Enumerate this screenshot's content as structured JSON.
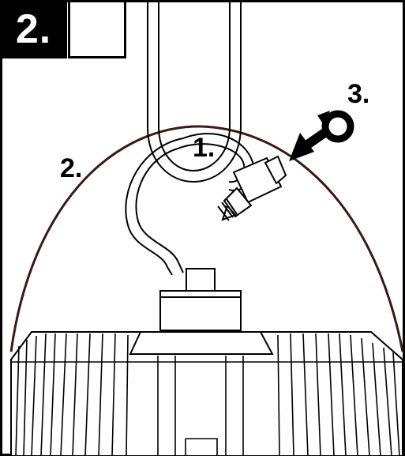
{
  "step": {
    "number": "2."
  },
  "callouts": {
    "hook": "1.",
    "cable": "2.",
    "screw": "3."
  },
  "icons": {
    "tools": "screwdriver-wrench-icon",
    "rotate": "rotate-clockwise-icon",
    "arrow": "arrow-down-left-icon"
  },
  "colors": {
    "line": "#000000",
    "cable": "#3a1a12",
    "background": "#ffffff"
  }
}
